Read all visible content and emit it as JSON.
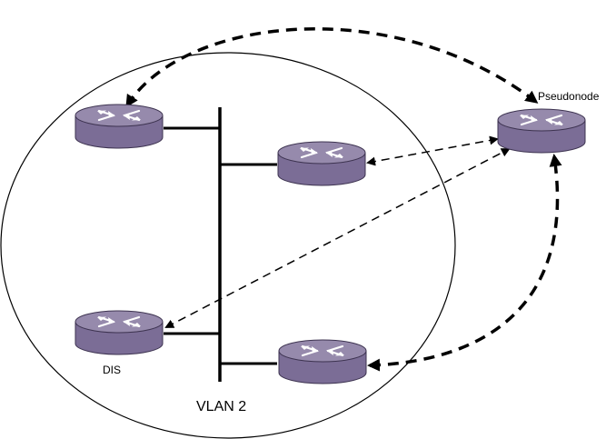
{
  "labels": {
    "pseudonode": "Pseudonode",
    "dis": "DIS",
    "vlan": "VLAN 2"
  },
  "routers": [
    {
      "id": "router-top-left",
      "role": "router"
    },
    {
      "id": "router-middle",
      "role": "router"
    },
    {
      "id": "router-dis",
      "role": "dis"
    },
    {
      "id": "router-bottom-right",
      "role": "router"
    },
    {
      "id": "router-pseudonode",
      "role": "pseudonode"
    }
  ],
  "colors": {
    "router_body": "#7b6d96",
    "router_top": "#968aac",
    "router_edge": "#3d3350",
    "arrow_glyph": "#ffffff",
    "lines": "#000000"
  }
}
